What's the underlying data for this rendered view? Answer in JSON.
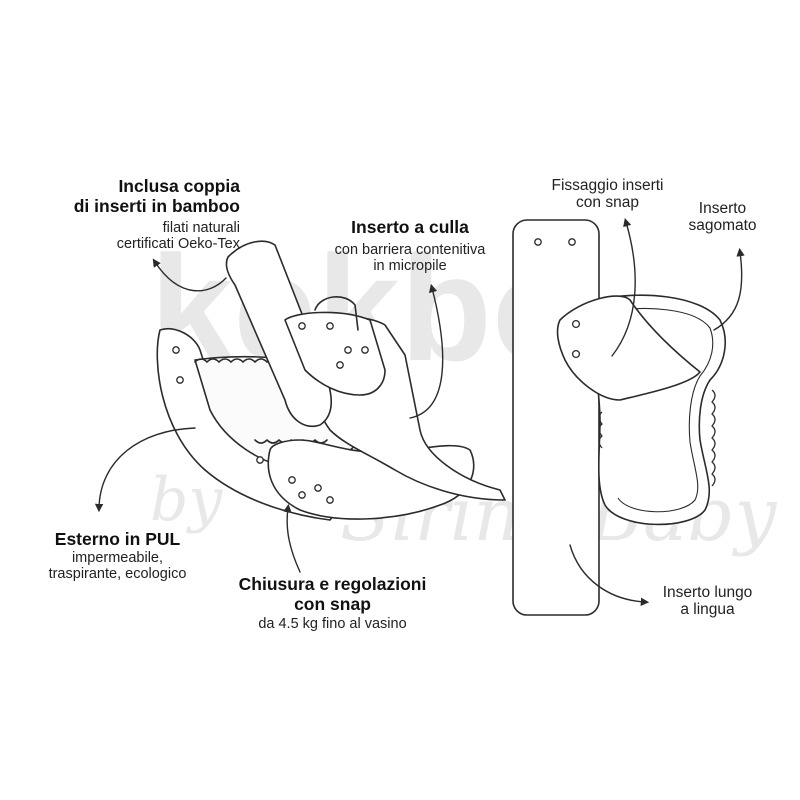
{
  "watermark": {
    "brand": "kekbo",
    "by": "by",
    "maker": "Sirina Baby"
  },
  "labels": {
    "inserts_pair": {
      "title": [
        "Inclusa coppia",
        "di inserti in bamboo"
      ],
      "subtitle": [
        "filati naturali",
        "certificati Oeko-Tex"
      ]
    },
    "cradle_insert": {
      "title": [
        "Inserto a culla"
      ],
      "subtitle": [
        "con barriera contenitiva",
        "in micropile"
      ]
    },
    "pul_exterior": {
      "title": [
        "Esterno in PUL"
      ],
      "subtitle": [
        "impermeabile,",
        "traspirante, ecologico"
      ]
    },
    "snap_closure": {
      "title": [
        "Chiusura e regolazioni",
        "con snap"
      ],
      "subtitle": [
        "da 4.5 kg fino al vasino"
      ]
    },
    "snap_fixing": {
      "text": [
        "Fissaggio inserti",
        "con snap"
      ]
    },
    "shaped_insert": {
      "text": [
        "Inserto",
        "sagomato"
      ]
    },
    "long_insert": {
      "text": [
        "Inserto lungo",
        "a lingua"
      ]
    }
  },
  "colors": {
    "line": "#2b2b2b",
    "text": "#1a1a1a",
    "watermark": "#e6e6e6",
    "fabric": "#ffffff"
  }
}
